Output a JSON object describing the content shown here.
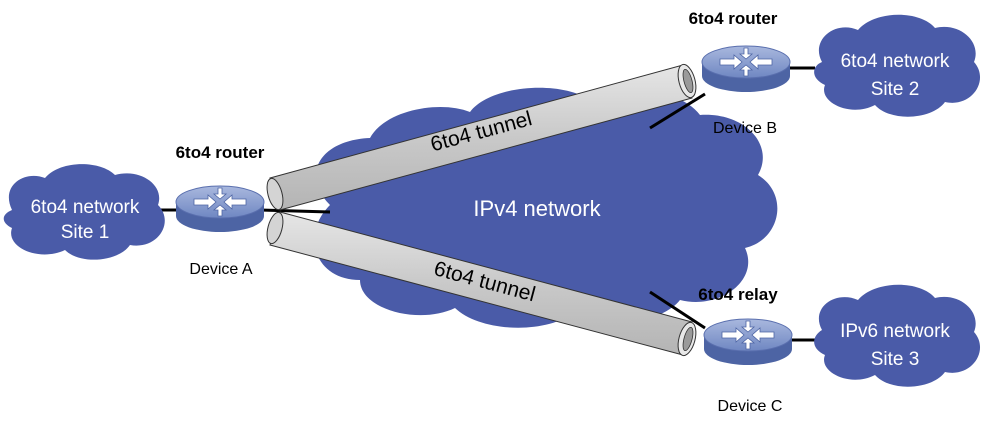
{
  "diagram": {
    "cloud_color": "#4a5ba8",
    "router_color": "#7f95c9",
    "tunnel_color": "#c8c8c8",
    "ipv4_network_label": "IPv4 network",
    "site1": {
      "line1": "6to4 network",
      "line2": "Site 1"
    },
    "site2": {
      "line1": "6to4 network",
      "line2": "Site 2"
    },
    "site3": {
      "line1": "IPv6 network",
      "line2": "Site 3"
    },
    "device_a": {
      "role": "6to4 router",
      "name": "Device A",
      "icon": "router-icon"
    },
    "device_b": {
      "role": "6to4 router",
      "name": "Device B",
      "icon": "router-icon"
    },
    "device_c": {
      "role": "6to4 relay",
      "name": "Device C",
      "icon": "router-icon"
    },
    "tunnel_top_label": "6to4 tunnel",
    "tunnel_bottom_label": "6to4 tunnel"
  }
}
